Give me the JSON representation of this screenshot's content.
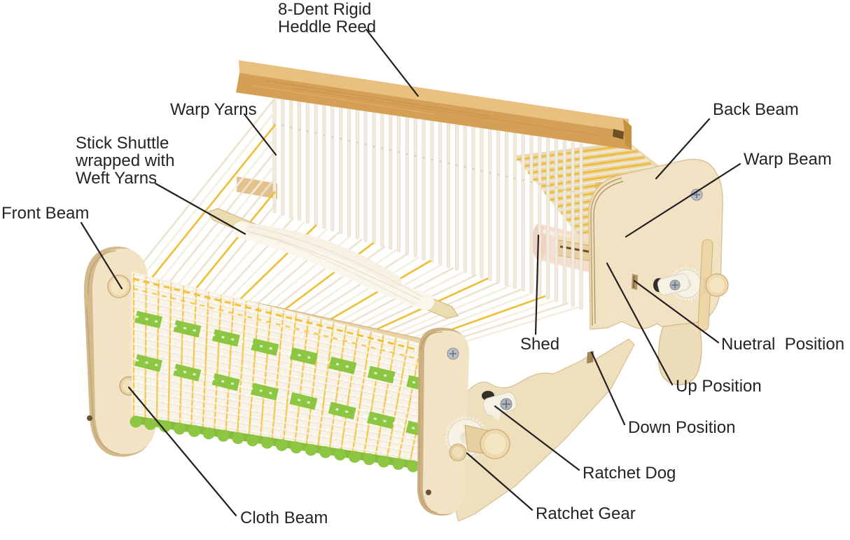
{
  "figure": {
    "type": "labeled-diagram",
    "subject": "Rigid heddle loom parts diagram",
    "background_color": "#ffffff",
    "label_text_color": "#272324",
    "leader_line_color": "#231f20"
  },
  "labels": [
    {
      "id": "heddle-reed",
      "text": "8-Dent Rigid\nHeddle Reed"
    },
    {
      "id": "warp-yarns",
      "text": "Warp Yarns"
    },
    {
      "id": "stick-shuttle",
      "text": "Stick Shuttle\nwrapped with\nWeft Yarns"
    },
    {
      "id": "front-beam",
      "text": "Front Beam"
    },
    {
      "id": "back-beam",
      "text": "Back Beam"
    },
    {
      "id": "warp-beam",
      "text": "Warp Beam"
    },
    {
      "id": "shed",
      "text": "Shed"
    },
    {
      "id": "nuetral-position",
      "text": "Nuetral  Position"
    },
    {
      "id": "up-position",
      "text": "Up Position"
    },
    {
      "id": "down-position",
      "text": "Down Position"
    },
    {
      "id": "ratchet-dog",
      "text": "Ratchet Dog"
    },
    {
      "id": "ratchet-gear",
      "text": "Ratchet Gear"
    },
    {
      "id": "cloth-beam",
      "text": "Cloth Beam"
    }
  ],
  "colors": {
    "rail_wood_top": "#e9c07f",
    "rail_wood_front": "#d4a055",
    "plywood_face": "#f1e3c3",
    "plywood_edge": "#cdb183",
    "reed_slat": "#f1ebdd",
    "warp_white": "#f5efe0",
    "warp_yellow": "#eebd32",
    "weft_green": "#8cc642",
    "cloth_base": "#f8f3e6",
    "warp_beam_pink": "#f6ddd0",
    "gear_white": "#f6f2e4"
  }
}
